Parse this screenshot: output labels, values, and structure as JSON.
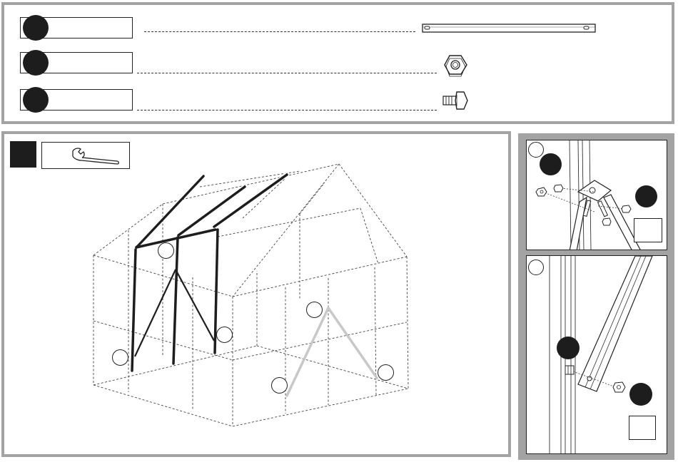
{
  "parts_list": {
    "rows": [
      {
        "label": "",
        "part": "bar"
      },
      {
        "label": "",
        "part": "hex-nut"
      },
      {
        "label": "",
        "part": "bolt"
      }
    ]
  },
  "tool": {
    "icon": "wrench-icon"
  },
  "colors": {
    "frame_gray": "#a3a3a3",
    "ink": "#1d1d1d",
    "light_bar": "#c8c8c8"
  }
}
